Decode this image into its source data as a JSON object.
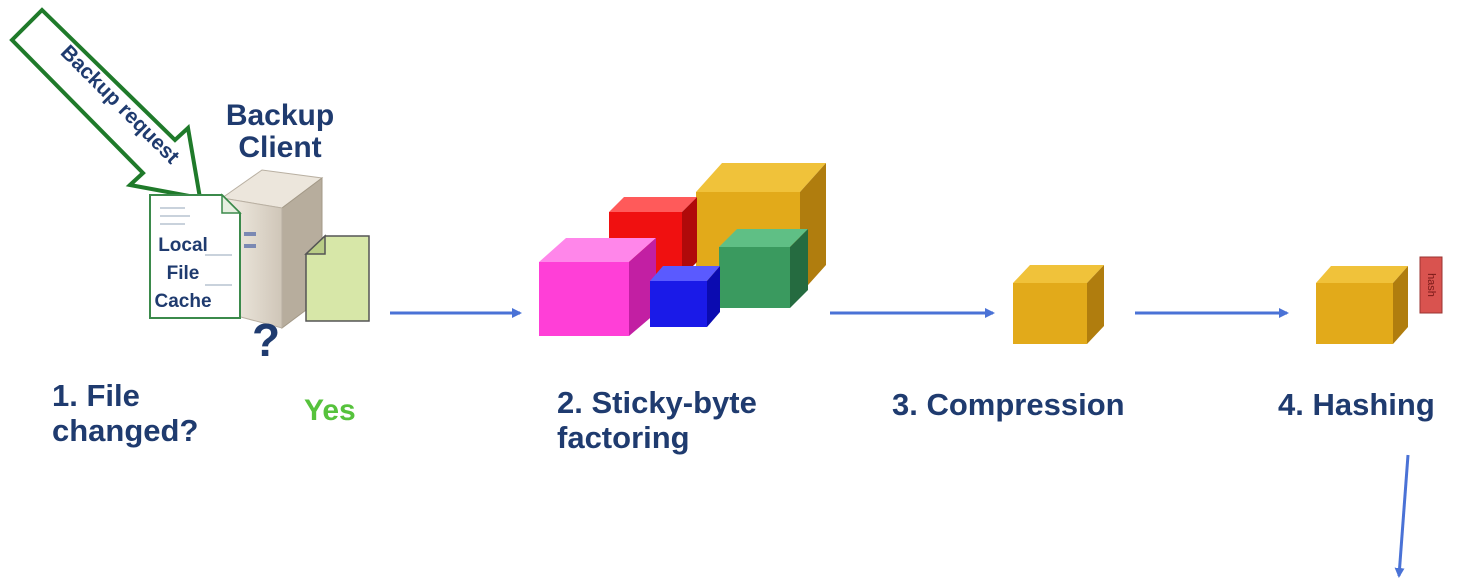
{
  "arrow_label": "Backup request",
  "client": {
    "title_line1": "Backup",
    "title_line2": "Client"
  },
  "cache": {
    "line1": "Local",
    "line2": "File",
    "line3": "Cache"
  },
  "question_mark": "?",
  "steps": [
    {
      "line1": "1. File",
      "line2": "changed?"
    },
    {
      "line1": "2. Sticky-byte",
      "line2": "factoring"
    },
    {
      "line1": "3. Compression"
    },
    {
      "line1": "4. Hashing"
    }
  ],
  "yes_label": "Yes",
  "hash_tag_text": "hash",
  "colors": {
    "label_blue": "#1f3b6f",
    "arrow_blue": "#4a72d6",
    "request_arrow_green": "#1f7a2a",
    "yes_green": "#56c23c",
    "cube_gold": "#e2aa1a",
    "cube_red": "#f01010",
    "cube_magenta": "#ff3fd7",
    "cube_blue": "#1a1ae8",
    "cube_green": "#3a9a5f",
    "hash_tag": "#d9534f",
    "file_green": "#d7e7a8"
  },
  "icons": [
    "backup-request-arrow",
    "server-icon",
    "cache-document-icon",
    "changed-file-icon",
    "data-chunk-cubes",
    "flow-arrow"
  ]
}
